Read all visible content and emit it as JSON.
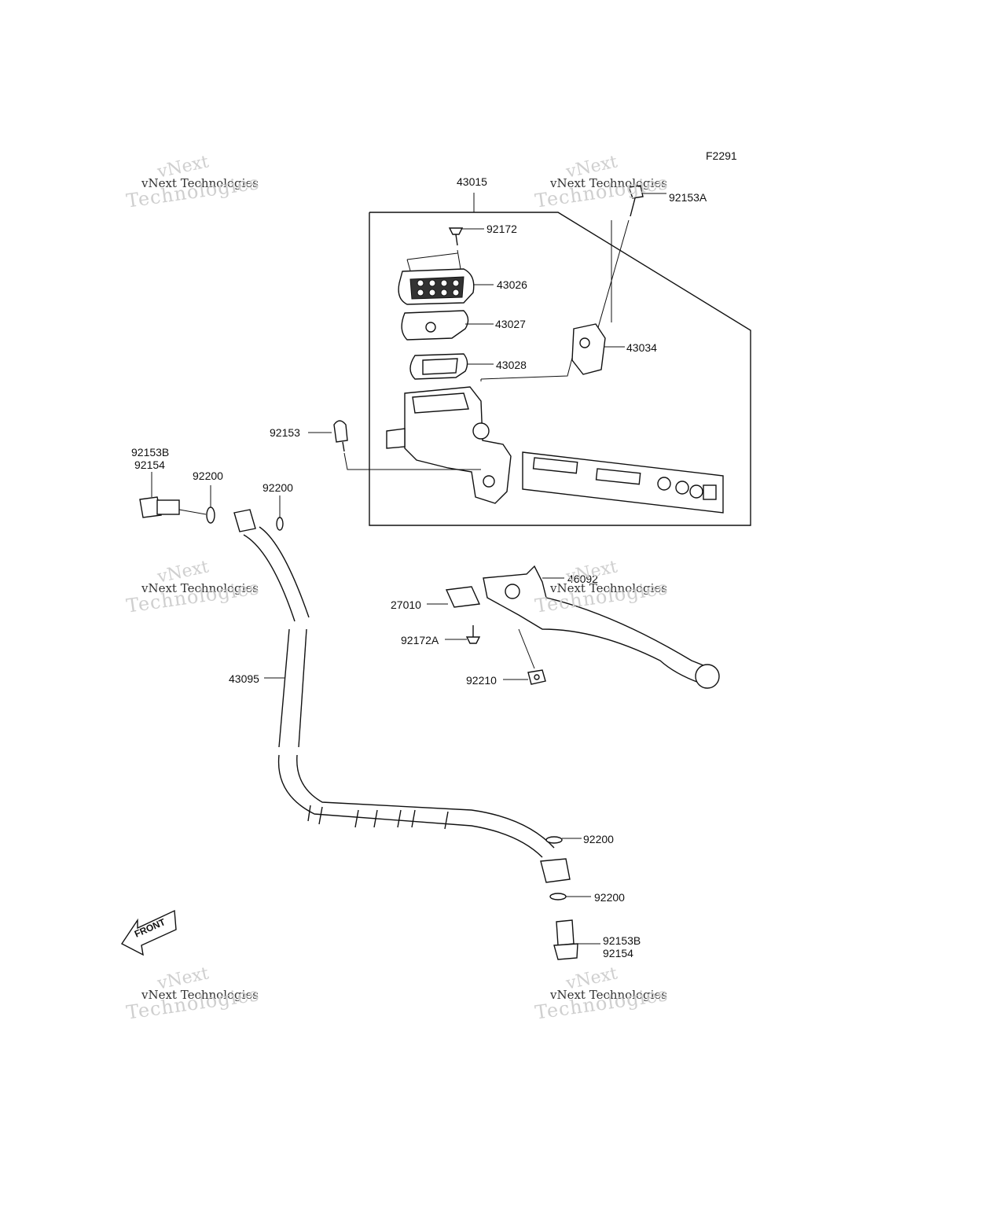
{
  "diagram_code": "F2291",
  "front_label": "FRONT",
  "parts": {
    "p43015": "43015",
    "p92153A": "92153A",
    "p92172": "92172",
    "p43026": "43026",
    "p43027": "43027",
    "p43034": "43034",
    "p43028": "43028",
    "p92153": "92153",
    "p92153B_left": "92153B",
    "p92154_left": "92154",
    "p92200_a": "92200",
    "p92200_b": "92200",
    "p46092": "46092",
    "p27010": "27010",
    "p92172A": "92172A",
    "p43095": "43095",
    "p92210": "92210",
    "p92200_c": "92200",
    "p92200_d": "92200",
    "p92153B_right": "92153B",
    "p92154_right": "92154"
  },
  "watermark": {
    "line1": "vNext",
    "line2": "vNext Technologies",
    "line3": "Technologies"
  }
}
